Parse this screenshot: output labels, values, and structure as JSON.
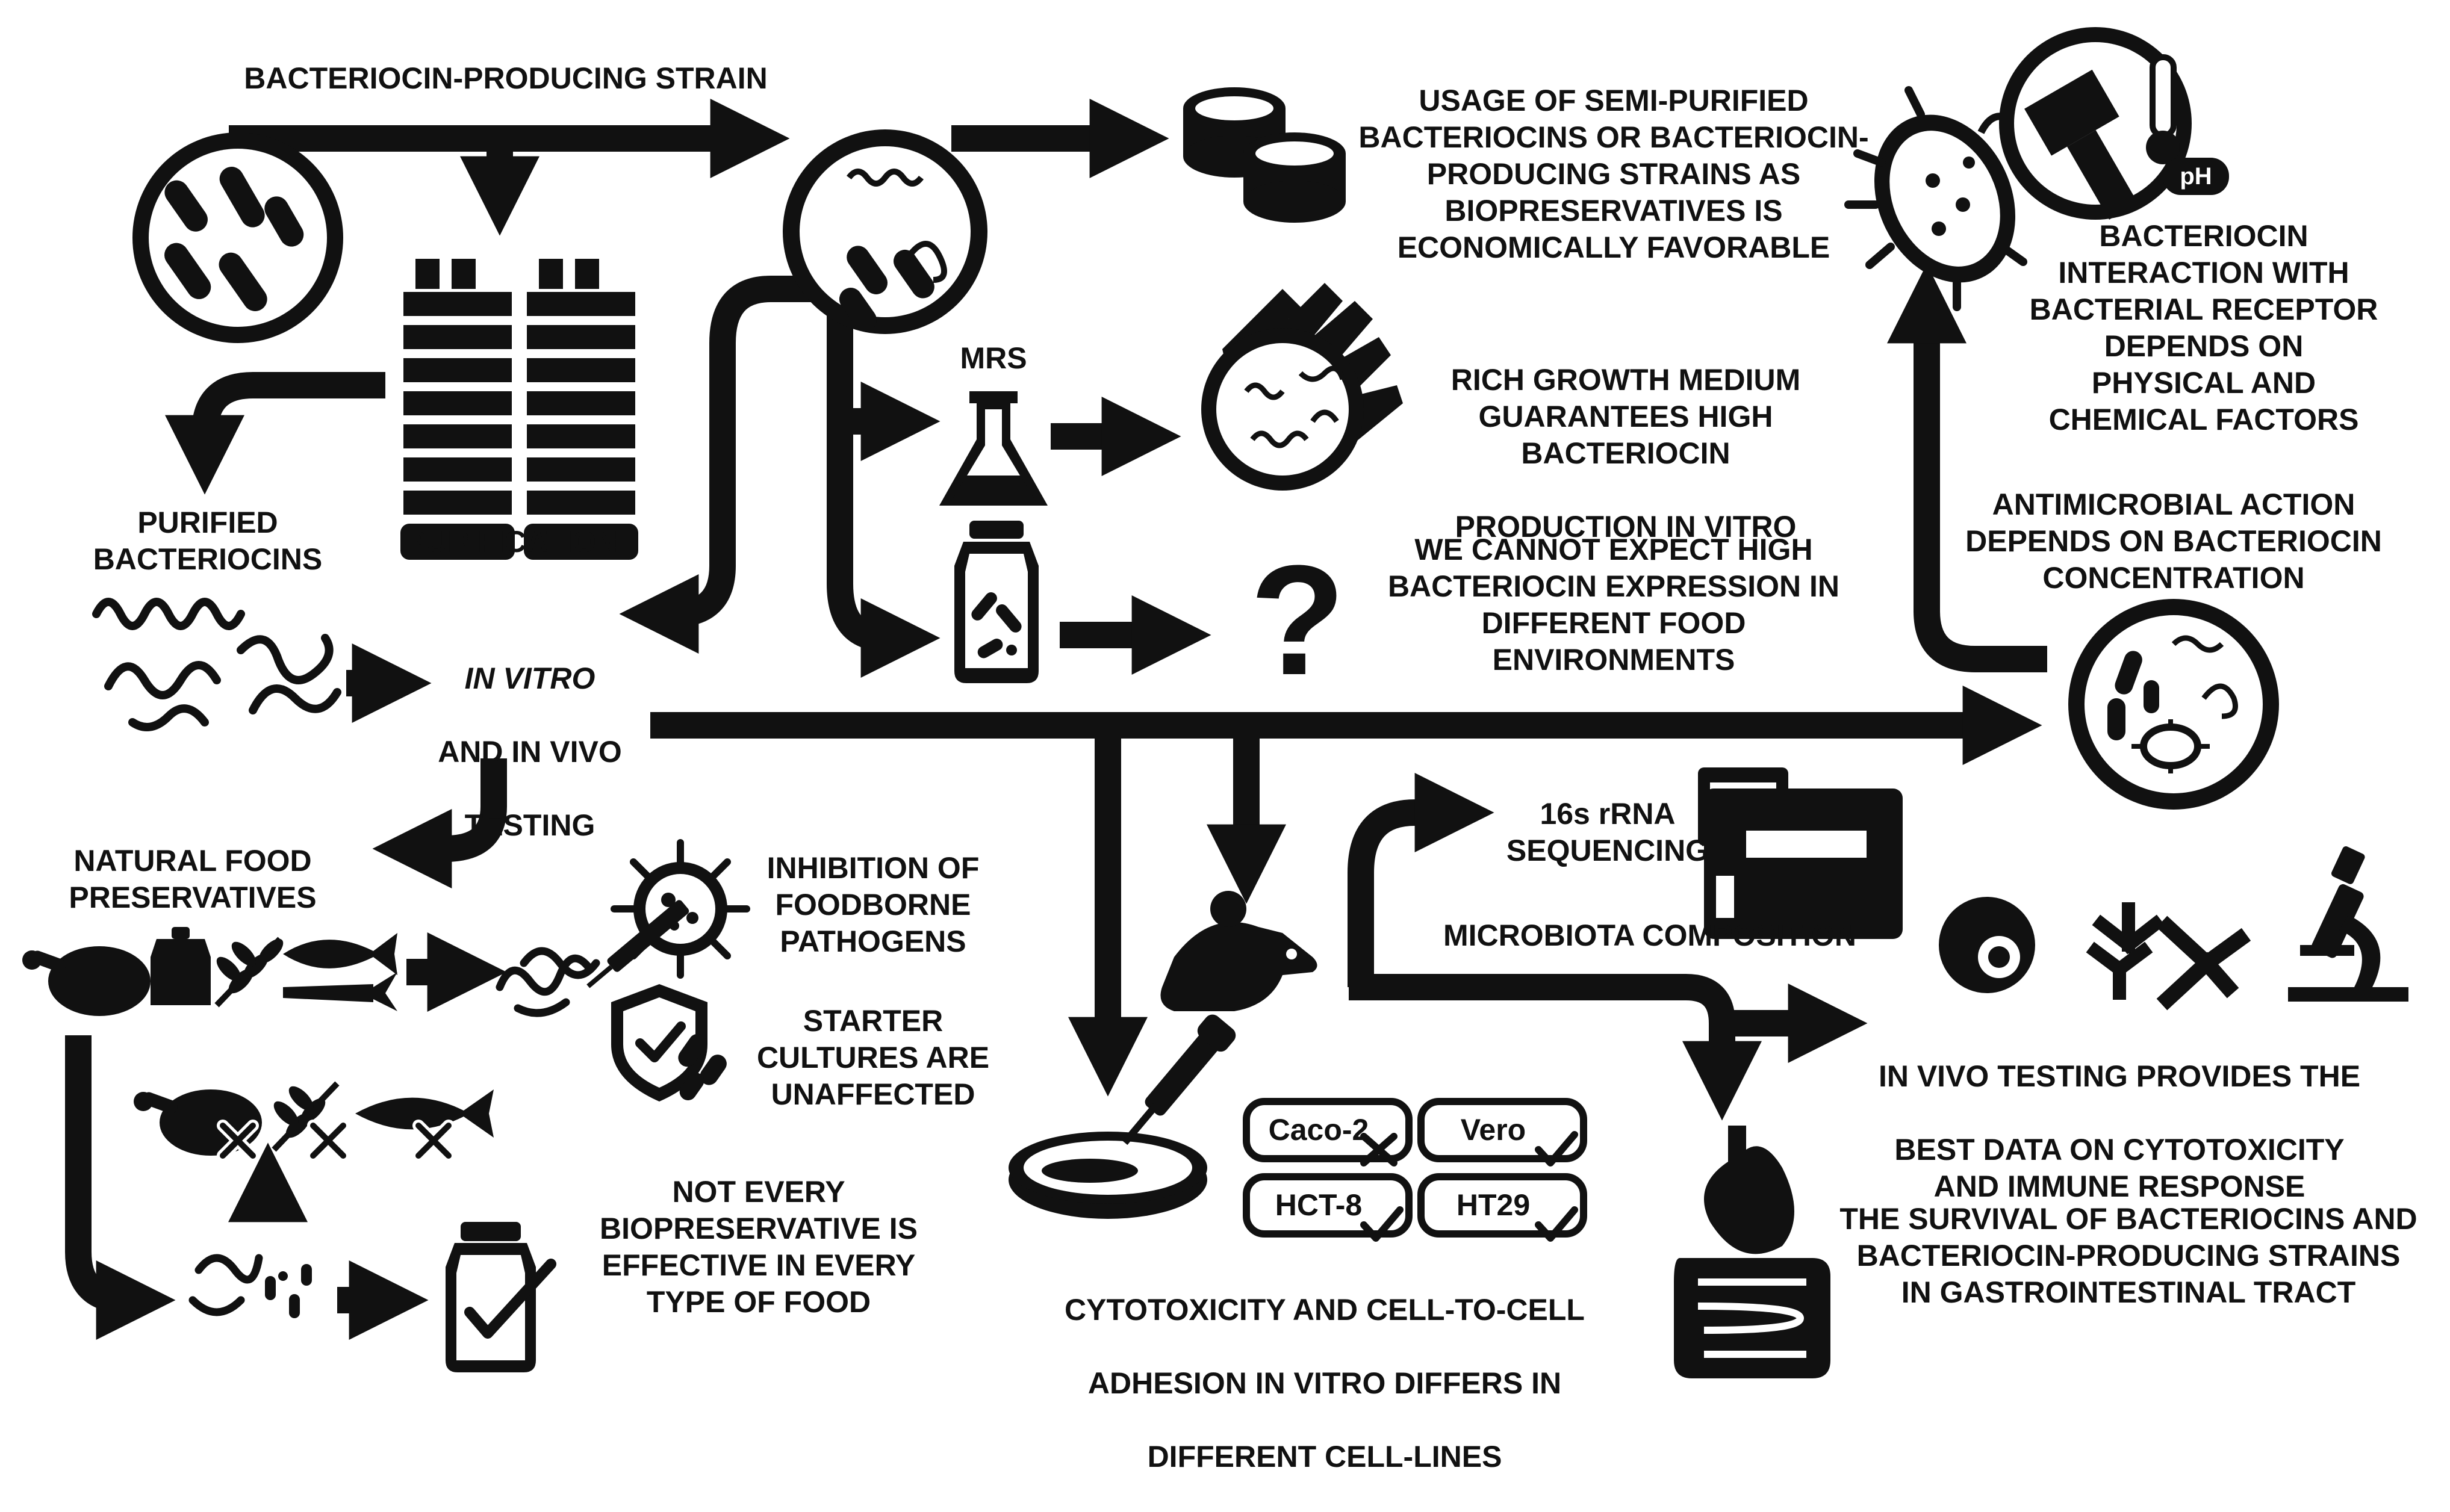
{
  "labels": {
    "producing_strain": "BACTERIOCIN-PRODUCING STRAIN",
    "purified_bacteriocins": "PURIFIED\nBACTERIOCINS",
    "purification": "PURIFICATION",
    "testing_1": "IN VITRO",
    "testing_2": "AND IN VIVO",
    "testing_3": "TESTING",
    "mrs": "MRS",
    "economic": "USAGE OF SEMI-PURIFIED\nBACTERIOCINS OR BACTERIOCIN-\nPRODUCING STRAINS AS\nBIOPRESERVATIVES IS\nECONOMICALLY FAVORABLE",
    "receptor": "BACTERIOCIN\nINTERACTION WITH\nBACTERIAL RECEPTOR\nDEPENDS ON\nPHYSICAL AND\nCHEMICAL FACTORS",
    "growth_1": "RICH GROWTH MEDIUM\nGUARANTEES HIGH\nBACTERIOCIN",
    "growth_2": "PRODUCTION IN VITRO",
    "food_expression": "WE CANNOT EXPECT HIGH\nBACTERIOCIN EXPRESSION IN\nDIFFERENT FOOD\nENVIRONMENTS",
    "antimicrobial": "ANTIMICROBIAL ACTION\nDEPENDS ON BACTERIOCIN\nCONCENTRATION",
    "natural_preservatives": "NATURAL FOOD\nPRESERVATIVES",
    "inhibition": "INHIBITION OF\nFOODBORNE\nPATHOGENS",
    "starter": "STARTER\nCULTURES ARE\nUNAFFECTED",
    "not_every": "NOT EVERY\nBIOPRESERVATIVE IS\nEFFECTIVE IN EVERY\nTYPE OF FOOD",
    "sequencing": "16s rRNA\nSEQUENCING",
    "microbiota": "MICROBIOTA COMPOSITION",
    "in_vivo_best_1": "IN VIVO TESTING PROVIDES THE",
    "in_vivo_best_2": "BEST DATA ON CYTOTOXICITY\nAND IMMUNE RESPONSE",
    "cytotox_1": "CYTOTOXICITY AND CELL-TO-CELL",
    "cytotox_2": "ADHESION IN VITRO DIFFERS IN",
    "cytotox_3": "DIFFERENT CELL-LINES",
    "survival": "THE SURVIVAL OF BACTERIOCINS AND\nBACTERIOCIN-PRODUCING STRAINS\nIN GASTROINTESTINAL TRACT",
    "ph": "pH",
    "question": "?"
  },
  "cell_lines": [
    {
      "name": "Caco-2",
      "mark": "cross"
    },
    {
      "name": "Vero",
      "mark": "check"
    },
    {
      "name": "HCT-8",
      "mark": "check"
    },
    {
      "name": "HT29",
      "mark": "check"
    }
  ],
  "colors": {
    "ink": "#111111",
    "background": "#ffffff"
  },
  "icons": [
    "petri-dish-icon",
    "purification-column-icon",
    "coins-icon",
    "bacterium-icon",
    "thermometer-icon",
    "ph-icon",
    "flask-icon",
    "hand-dish-icon",
    "jar-icon",
    "question-icon",
    "peptide-icon",
    "virus-syringe-icon",
    "shield-check-icon",
    "chicken-icon",
    "milk-icon",
    "wheat-icon",
    "fish-icon",
    "carrot-icon",
    "jar-check-icon",
    "mouse-icon",
    "sequencer-icon",
    "antibody-icon",
    "microscope-icon",
    "cell-icon",
    "pipette-dish-icon",
    "stomach-intestine-icon"
  ]
}
